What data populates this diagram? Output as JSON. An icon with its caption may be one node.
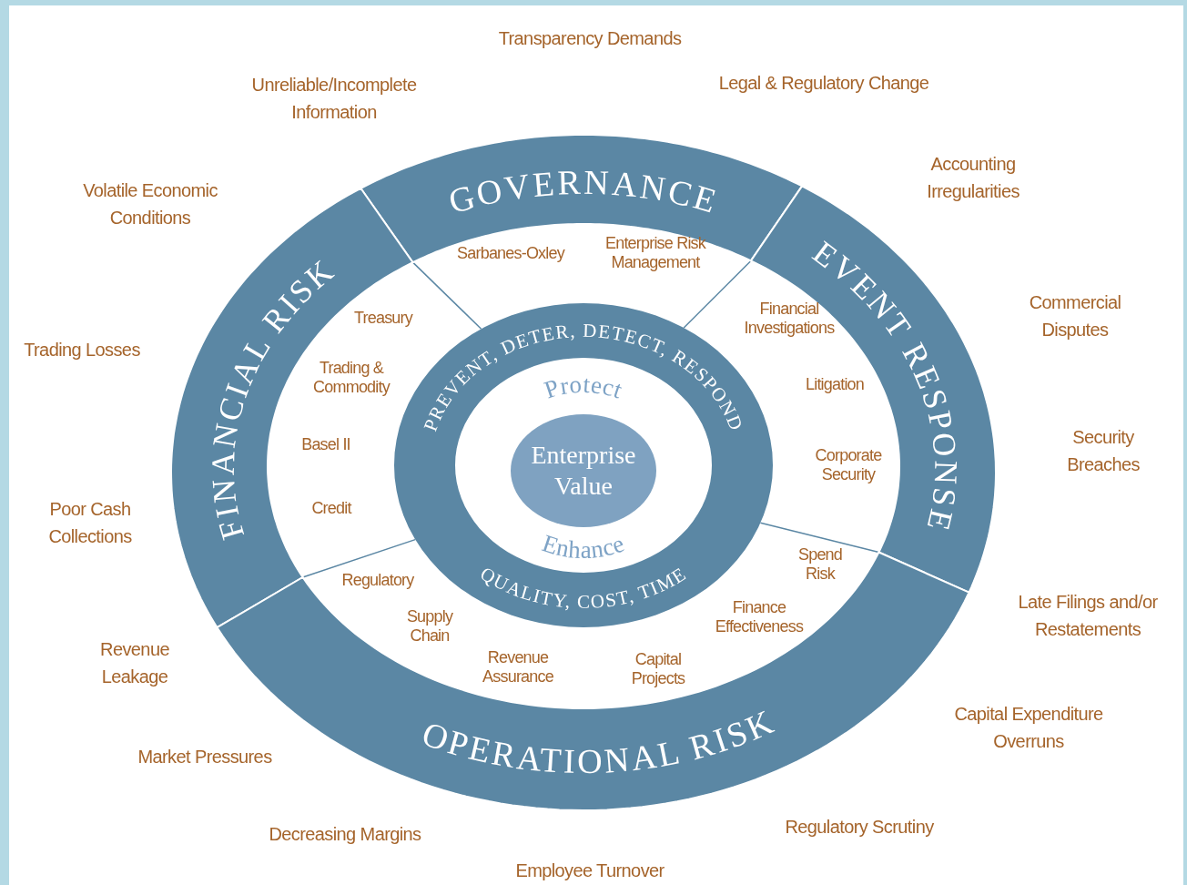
{
  "diagram": {
    "nodes": [
      {
        "text": [
          "GOVERNANCE"
        ]
      },
      {
        "text": [
          "FINANCIAL RISK"
        ]
      },
      {
        "text": [
          "EVENT RESPONSE"
        ]
      },
      {
        "text": [
          "OPERATIONAL RISK"
        ]
      },
      {
        "text": [
          "PREVENT, DETER, DETECT, RESPOND",
          "Protect",
          "Enhance",
          "QUALITY, COST, TIME"
        ]
      },
      {
        "text": [
          "Enterprise Value"
        ],
        "in": 4
      }
    ],
    "labels": [
      "Transparency Demands",
      "Unreliable/Incomplete Information",
      "Legal & Regulatory Change",
      "Volatile Economic Conditions",
      "Accounting Irregularities",
      "Sarbanes-Oxley",
      "Enterprise Risk Management",
      "Treasury",
      "Financial Investigations",
      "Trading Losses",
      "Commercial Disputes",
      "Trading & Commodity",
      "Litigation",
      "Basel II",
      "Security Breaches",
      "Corporate Security",
      "Credit",
      "Poor Cash Collections",
      "Spend Risk",
      "Regulatory",
      "Finance Effectiveness",
      "Late Filings and/or Restatements",
      "Supply Chain",
      "Revenue Leakage",
      "Revenue Assurance",
      "Capital Projects",
      "Capital Expenditure Overruns",
      "Market Pressures",
      "Regulatory Scrutiny",
      "Decreasing Margins",
      "Employee Turnover"
    ]
  }
}
